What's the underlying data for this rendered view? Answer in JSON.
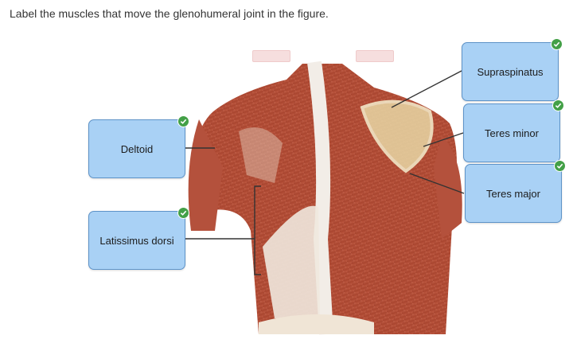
{
  "instruction": "Label the muscles that move the glenohumeral joint in the figure.",
  "labels": [
    {
      "text": "Deltoid",
      "status": "correct"
    },
    {
      "text": "Latissimus dorsi",
      "status": "correct"
    },
    {
      "text": "Supraspinatus",
      "status": "correct"
    },
    {
      "text": "Teres minor",
      "status": "correct"
    },
    {
      "text": "Teres major",
      "status": "correct"
    }
  ],
  "icons": {
    "check": "check-circle-icon"
  },
  "colors": {
    "label_fill": "#a9d1f5",
    "label_border": "#5e93c8",
    "check": "#43a047",
    "muscle": "#b9533f"
  }
}
